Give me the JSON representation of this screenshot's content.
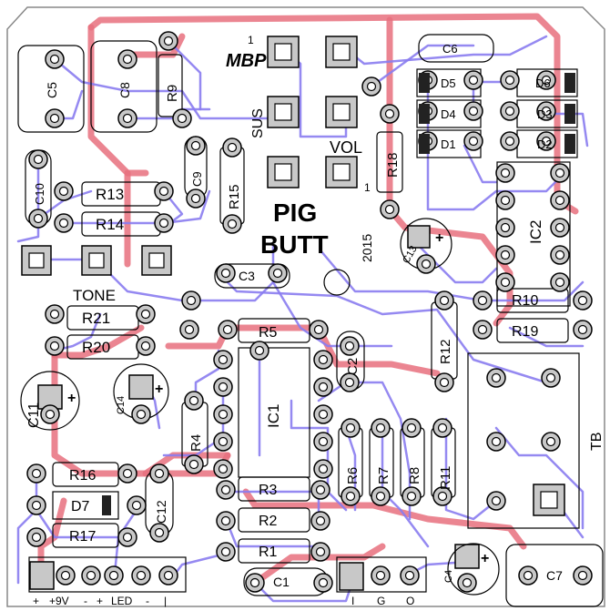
{
  "board": {
    "title_line1": "PIG",
    "title_line2": "BUTT",
    "year": "2015",
    "logo": "MBP",
    "pin_one": "1",
    "pin_one_b": "1"
  },
  "controls": {
    "sus": "SUS",
    "vol": "VOL",
    "tone": "TONE",
    "tb": "TB"
  },
  "components": {
    "c1": "C1",
    "c2": "C2",
    "c3": "C3",
    "c4": "C4",
    "c5": "C5",
    "c6": "C6",
    "c7": "C7",
    "c8": "C8",
    "c9": "C9",
    "c10": "C10",
    "c11": "C11",
    "c12": "C12",
    "c13": "C13",
    "c14": "C14",
    "r1": "R1",
    "r2": "R2",
    "r3": "R3",
    "r4": "R4",
    "r5": "R5",
    "r6": "R6",
    "r7": "R7",
    "r8": "R8",
    "r9": "R9",
    "r10": "R10",
    "r11": "R11",
    "r12": "R12",
    "r13": "R13",
    "r14": "R14",
    "r15": "R15",
    "r16": "R16",
    "r17": "R17",
    "r18": "R18",
    "r19": "R19",
    "r20": "R20",
    "r21": "R21",
    "d1": "D1",
    "d2": "D2",
    "d3": "D3",
    "d4": "D4",
    "d5": "D5",
    "d6": "D6",
    "d7": "D7",
    "ic1": "IC1",
    "ic2": "IC2",
    "plus": "+"
  },
  "connector": {
    "plus": "+",
    "nine_v": "+9V",
    "minus": "-",
    "plus2": "+",
    "led": "LED",
    "minus2": "-",
    "pipe": "|",
    "in": "I",
    "gnd": "G",
    "out": "O"
  },
  "colors": {
    "top_trace": "#e8707e",
    "bottom_trace": "#8a7cf0",
    "pad": "#c8c8c8"
  }
}
